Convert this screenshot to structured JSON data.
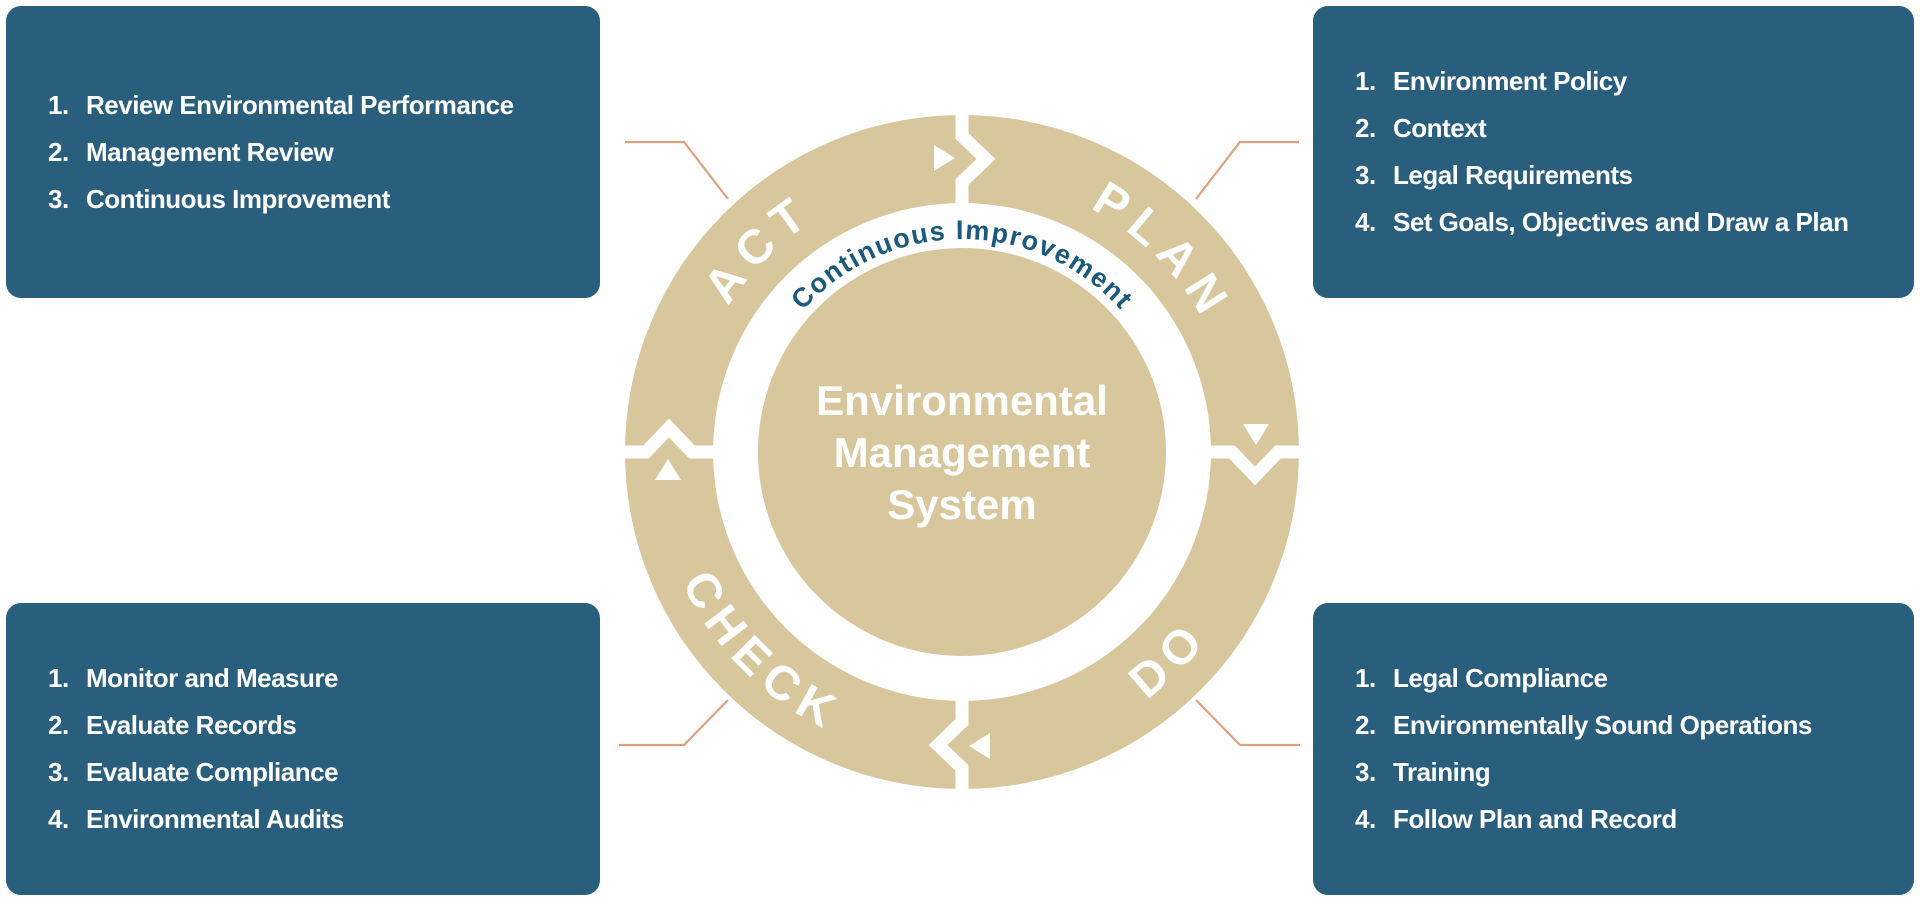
{
  "diagram": {
    "center_title": {
      "lines": [
        "Environmental",
        "Management",
        "System"
      ]
    },
    "inner_arc_label": "Continuous Improvement",
    "ring_labels": {
      "act": "ACT",
      "plan": "PLAN",
      "do": "DO",
      "check": "CHECK"
    },
    "colors": {
      "ring_tan": "#D8C79D",
      "box_blue": "#295E7D",
      "arc_text_blue": "#1A5A7C",
      "connector_orange": "#DDA27B",
      "label_white": "#FFFFFF"
    }
  },
  "boxes": {
    "act": {
      "items": [
        {
          "n": "1.",
          "t": "Review Environmental Performance"
        },
        {
          "n": "2.",
          "t": "Management Review"
        },
        {
          "n": "3.",
          "t": "Continuous Improvement"
        }
      ]
    },
    "plan": {
      "items": [
        {
          "n": "1.",
          "t": "Environment Policy"
        },
        {
          "n": "2.",
          "t": "Context"
        },
        {
          "n": "3.",
          "t": "Legal Requirements"
        },
        {
          "n": "4.",
          "t": "Set Goals, Objectives and Draw a Plan"
        }
      ]
    },
    "check": {
      "items": [
        {
          "n": "1.",
          "t": "Monitor and Measure"
        },
        {
          "n": "2.",
          "t": "Evaluate Records"
        },
        {
          "n": "3.",
          "t": "Evaluate Compliance"
        },
        {
          "n": "4.",
          "t": "Environmental Audits"
        }
      ]
    },
    "do": {
      "items": [
        {
          "n": "1.",
          "t": "Legal Compliance"
        },
        {
          "n": "2.",
          "t": "Environmentally Sound Operations"
        },
        {
          "n": "3.",
          "t": "Training"
        },
        {
          "n": "4.",
          "t": "Follow Plan and Record"
        }
      ]
    }
  }
}
